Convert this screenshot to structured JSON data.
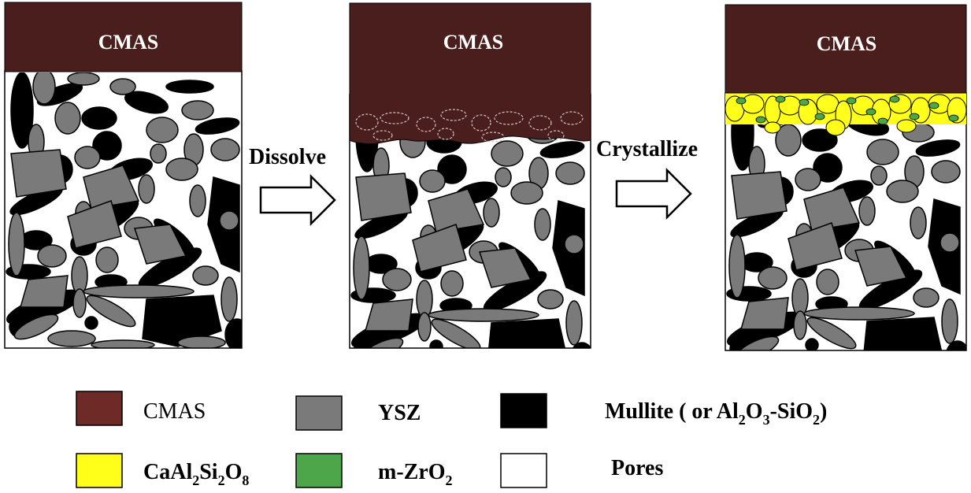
{
  "colors": {
    "cmas": "#4a1e1c",
    "ysz": "#7a7a7a",
    "mullite": "#000000",
    "caal2si2o8": "#ffff1a",
    "m_zro2": "#4ea64a",
    "pores": "#ffffff",
    "outline": "#000000"
  },
  "panels": [
    {
      "label": "CMAS",
      "stage": "initial"
    },
    {
      "label": "CMAS",
      "stage": "dissolve"
    },
    {
      "label": "CMAS",
      "stage": "crystallize"
    }
  ],
  "arrows": [
    {
      "label": "Dissolve"
    },
    {
      "label": "Crystallize"
    }
  ],
  "legend": [
    {
      "key": "cmas",
      "label": "CMAS",
      "color": "#6e2a26",
      "bold": false
    },
    {
      "key": "ysz",
      "label": "YSZ",
      "color": "#7a7a7a",
      "bold": true
    },
    {
      "key": "mullite",
      "label": "Mullite ( or Al",
      "label_sub1": "2",
      "label_mid": "O",
      "label_sub2": "3",
      "label_mid2": "-SiO",
      "label_sub3": "2",
      "label_end": ")",
      "color": "#000000",
      "bold": true
    },
    {
      "key": "caal2si2o8",
      "label": "CaAl",
      "label_sub1": "2",
      "label_mid": "Si",
      "label_sub2": "2",
      "label_mid2": "O",
      "label_sub3": "8",
      "color": "#ffff1a",
      "bold": true
    },
    {
      "key": "m_zro2",
      "label": "m-ZrO",
      "label_sub1": "2",
      "color": "#4ea64a",
      "bold": true
    },
    {
      "key": "pores",
      "label": "Pores",
      "color": "#ffffff",
      "bold": true
    }
  ]
}
